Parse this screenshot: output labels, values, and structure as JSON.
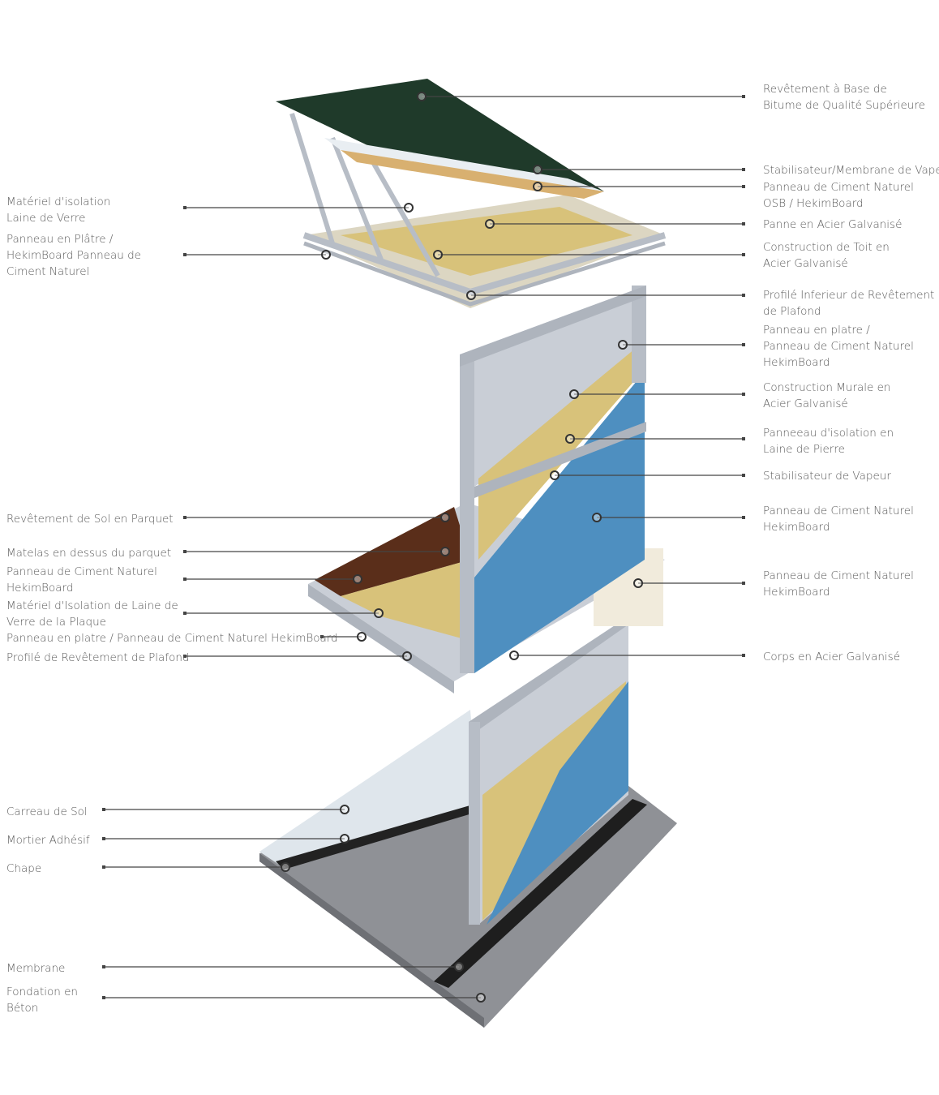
{
  "colors": {
    "text": "#5a5a5a",
    "leader": "#444444",
    "wall_panel": "#4e8fc0",
    "roof": "#1f3a2a",
    "concrete": "#8f9196",
    "steel": "#c9ced6",
    "insulation": "#d8c27a"
  },
  "right_labels": [
    {
      "lines": [
        "Revêtement à Base de",
        "Bitume de Qualité Supérieure"
      ]
    },
    {
      "lines": [
        "Stabilisateur/Membrane de Vapeu"
      ]
    },
    {
      "lines": [
        "Panneau de Ciment Naturel",
        "OSB / HekimBoard"
      ]
    },
    {
      "lines": [
        "Panne en Acier Galvanisé"
      ]
    },
    {
      "lines": [
        "Construction de Toit en",
        "Acier Galvanisé"
      ]
    },
    {
      "lines": [
        "Profilé Inferieur de Revêtement",
        "de Plafond"
      ]
    },
    {
      "lines": [
        "Panneau en platre /",
        "Panneau de Ciment Naturel",
        "HekimBoard"
      ]
    },
    {
      "lines": [
        "Construction Murale en",
        "Acier Galvanisé"
      ]
    },
    {
      "lines": [
        "Panneeau d'isolation en",
        "Laine de Pierre"
      ]
    },
    {
      "lines": [
        "Stabilisateur de Vapeur"
      ]
    },
    {
      "lines": [
        "Panneau de Ciment Naturel",
        "HekimBoard"
      ]
    },
    {
      "lines": [
        "Panneau de Ciment Naturel",
        "HekimBoard"
      ]
    },
    {
      "lines": [
        "Corps en Acier Galvanisé"
      ]
    }
  ],
  "left_labels": [
    {
      "lines": [
        "Matériel d'isolation",
        "Laine de Verre"
      ]
    },
    {
      "lines": [
        "Panneau en Plâtre /",
        "HekimBoard Panneau de",
        "Ciment Naturel"
      ]
    },
    {
      "lines": [
        "Revêtement de Sol en Parquet"
      ]
    },
    {
      "lines": [
        "Matelas en dessus du parquet"
      ]
    },
    {
      "lines": [
        "Panneau de Ciment Naturel",
        "HekimBoard"
      ]
    },
    {
      "lines": [
        "Matériel d'Isolation de Laine de",
        "Verre de la Plaque"
      ]
    },
    {
      "lines": [
        "Panneau en platre / Panneau de Ciment Naturel HekimBoard"
      ]
    },
    {
      "lines": [
        "Profilé de Revêtement de Plafond"
      ]
    },
    {
      "lines": [
        "Carreau de Sol"
      ]
    },
    {
      "lines": [
        "Mortier Adhésif"
      ]
    },
    {
      "lines": [
        "Chape"
      ]
    },
    {
      "lines": [
        "Membrane"
      ]
    },
    {
      "lines": [
        "Fondation en",
        "Béton"
      ]
    }
  ]
}
